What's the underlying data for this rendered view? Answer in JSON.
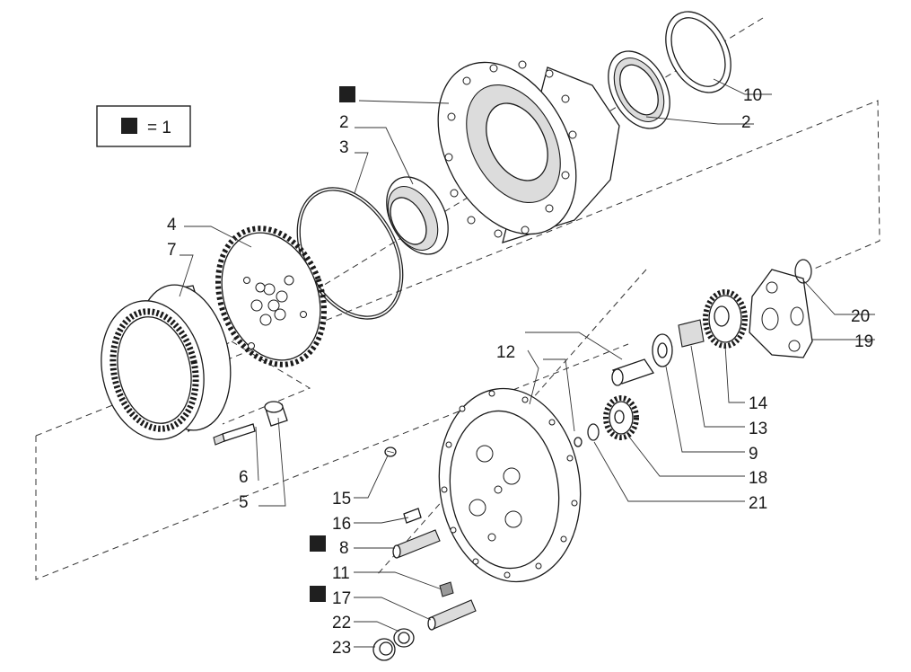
{
  "legend": {
    "symbol": "black-square-icon",
    "text": "= 1"
  },
  "callouts": {
    "c10": "10",
    "c2a": "2",
    "c2b": "2",
    "c3": "3",
    "c4": "4",
    "c7": "7",
    "c6": "6",
    "c5": "5",
    "c12": "12",
    "c20": "20",
    "c19": "19",
    "c14": "14",
    "c13": "13",
    "c9": "9",
    "c18": "18",
    "c21": "21",
    "c15": "15",
    "c16": "16",
    "c8": "8",
    "c11": "11",
    "c17": "17",
    "c22": "22",
    "c23": "23"
  },
  "colors": {
    "line": "#1a1a1a",
    "marker": "#1f1f1f",
    "background": "#ffffff"
  }
}
